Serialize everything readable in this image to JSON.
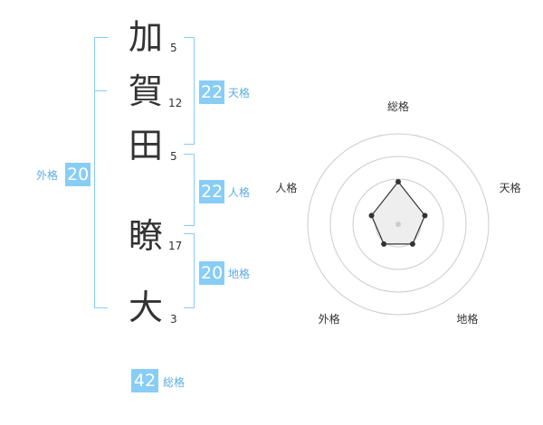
{
  "characters": [
    {
      "char": "加",
      "strokes": "5"
    },
    {
      "char": "賀",
      "strokes": "12"
    },
    {
      "char": "田",
      "strokes": "5"
    },
    {
      "char": "瞭",
      "strokes": "17"
    },
    {
      "char": "大",
      "strokes": "3"
    }
  ],
  "kakusu": {
    "tenkaku": {
      "value": "22",
      "label": "天格"
    },
    "jinkaku": {
      "value": "22",
      "label": "人格"
    },
    "chikaku": {
      "value": "20",
      "label": "地格"
    },
    "gaikaku": {
      "value": "20",
      "label": "外格"
    },
    "soukaku": {
      "value": "42",
      "label": "総格"
    }
  },
  "radar": {
    "axes": [
      "総格",
      "天格",
      "地格",
      "外格",
      "人格"
    ],
    "values": [
      0.47,
      0.31,
      0.27,
      0.27,
      0.31
    ],
    "colors": {
      "ring": "#cccccc",
      "fill": "#eeeeee",
      "stroke": "#333333",
      "dot": "#333333",
      "center": "#cccccc"
    }
  }
}
